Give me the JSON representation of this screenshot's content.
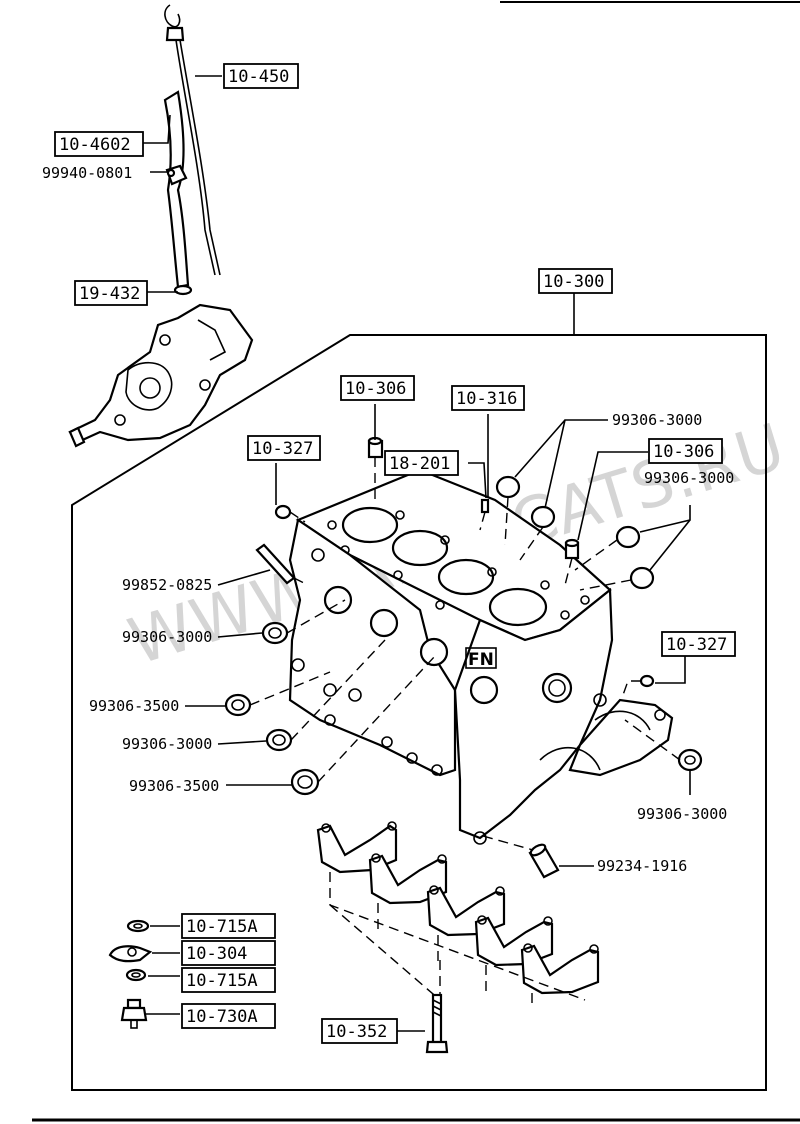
{
  "watermark": "WWW.JAPANCATS.RU",
  "labels": {
    "l_10_450": "10-450",
    "l_10_4602": "10-4602",
    "l_99940_0801": "99940-0801",
    "l_19_432": "19-432",
    "l_10_300": "10-300",
    "l_10_306_a": "10-306",
    "l_10_316": "10-316",
    "l_99306_3000_a": "99306-3000",
    "l_10_327_a": "10-327",
    "l_18_201": "18-201",
    "l_10_306_b": "10-306",
    "l_99306_3000_b": "99306-3000",
    "l_99852_0825": "99852-0825",
    "l_99306_3000_c": "99306-3000",
    "l_10_327_b": "10-327",
    "l_99306_3500_a": "99306-3500",
    "l_99306_3000_d": "99306-3000",
    "l_99306_3500_b": "99306-3500",
    "l_99306_3000_e": "99306-3000",
    "l_99234_1916": "99234-1916",
    "l_10_715A_a": "10-715A",
    "l_10_304": "10-304",
    "l_10_715A_b": "10-715A",
    "l_10_730A": "10-730A",
    "l_10_352": "10-352"
  },
  "block_marking": "FN"
}
